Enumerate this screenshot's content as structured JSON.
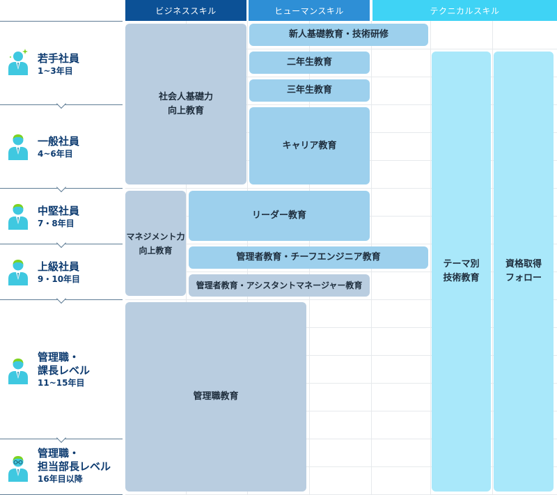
{
  "headers": {
    "business": "ビジネススキル",
    "human": "ヒューマンスキル",
    "technical": "テクニカルスキル"
  },
  "levels": [
    {
      "title": "若手社員",
      "years": "1~3年目"
    },
    {
      "title": "一般社員",
      "years": "4~6年目"
    },
    {
      "title": "中堅社員",
      "years": "7・8年目"
    },
    {
      "title": "上級社員",
      "years": "9・10年目"
    },
    {
      "title": "管理職・\n課長レベル",
      "years": "11~15年目"
    },
    {
      "title": "管理職・\n担当部長レベル",
      "years": "16年目以降"
    }
  ],
  "programs": {
    "social_basics": "社会人基礎力\n向上教育",
    "management_skill": "マネジメント力\n向上教育",
    "manager_education": "管理職教育",
    "newcomer": "新人基礎教育・技術研修",
    "second_year": "二年生教育",
    "third_year": "三年生教育",
    "career": "キャリア教育",
    "leader": "リーダー教育",
    "chief_engineer": "管理者教育・チーフエンジニア教育",
    "assistant_manager": "管理者教育・アシスタントマネージャー教育",
    "theme_tech": "テーマ別\n技術教育",
    "certification": "資格取得\nフォロー"
  },
  "colors": {
    "business_header": "#0c5196",
    "human_header": "#2e8fd6",
    "technical_header": "#3fd3f5",
    "level_text": "#0d3b70",
    "person_icon": "#3fc8e0"
  }
}
